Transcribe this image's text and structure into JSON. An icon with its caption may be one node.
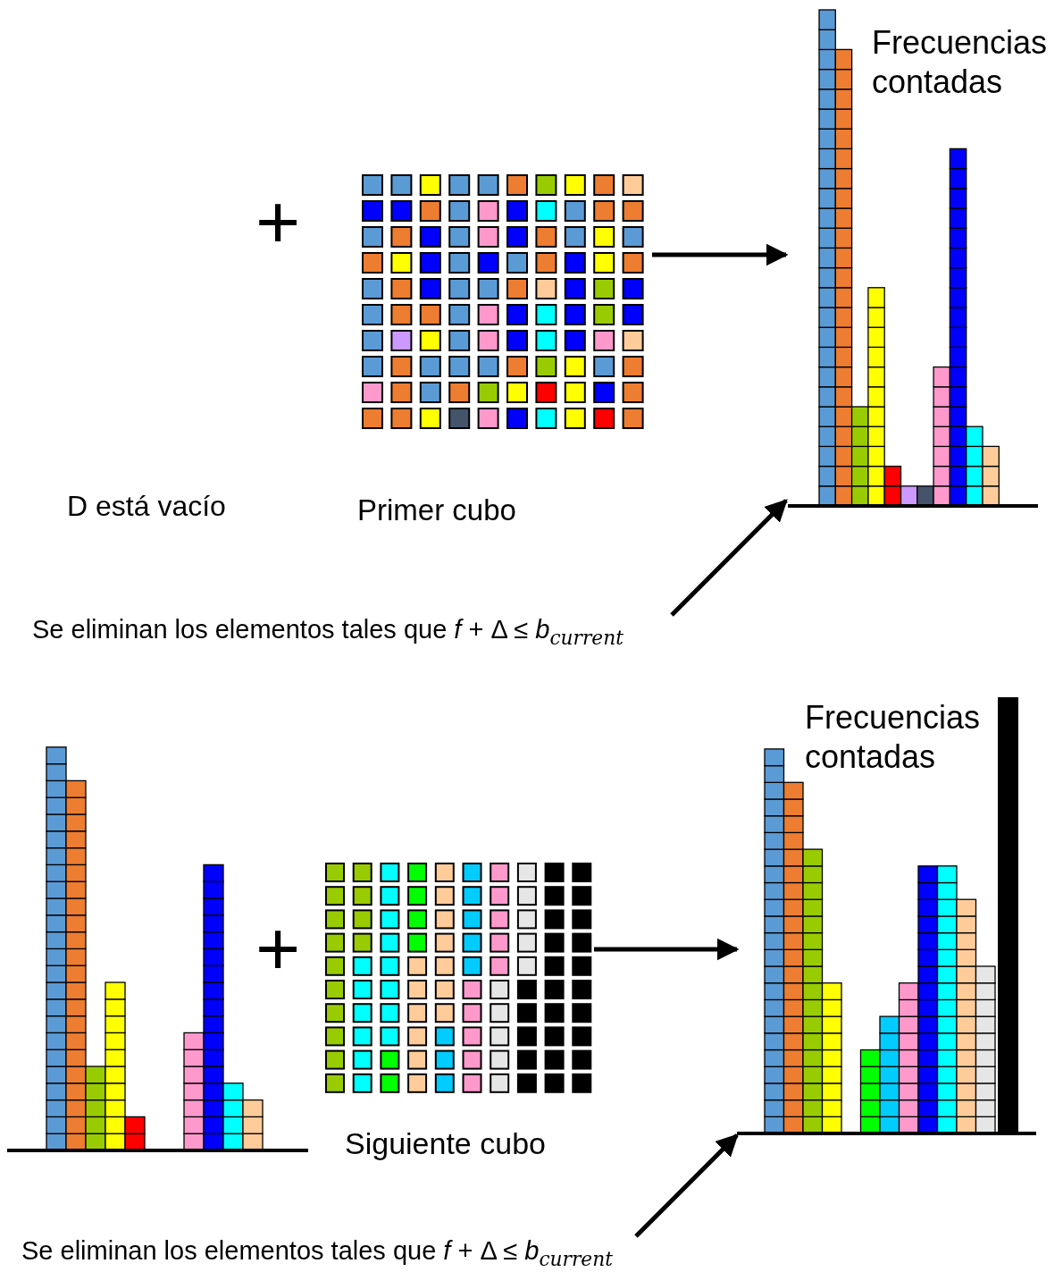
{
  "diagram": {
    "nodes": [
      {
        "text": [
          "D está vacío"
        ]
      },
      {
        "text": [
          "Primer cubo"
        ]
      },
      {
        "text": [
          "Frecuencias contadas"
        ]
      },
      {
        "text": [
          "Se eliminan los elementos tales que *f* + Δ ≤ *b*$_{current}$"
        ]
      },
      {
        "text": [],
        "shape": "picture"
      },
      {
        "text": [
          "Siguiente cubo"
        ]
      },
      {
        "text": [
          "Frecuencias contadas"
        ]
      },
      {
        "text": [
          "Se eliminan los elementos tales que *f* + Δ ≤ *b*$_{current}$"
        ]
      }
    ],
    "edges": [
      {
        "from": 1,
        "to": 2,
        "arrow": "to"
      },
      {
        "from": 3,
        "to": 2,
        "arrow": "to"
      },
      {
        "from": 5,
        "to": 6,
        "arrow": "to"
      },
      {
        "from": 7,
        "to": 6,
        "arrow": "to"
      }
    ],
    "labels": [
      "+",
      "+"
    ]
  }
}
